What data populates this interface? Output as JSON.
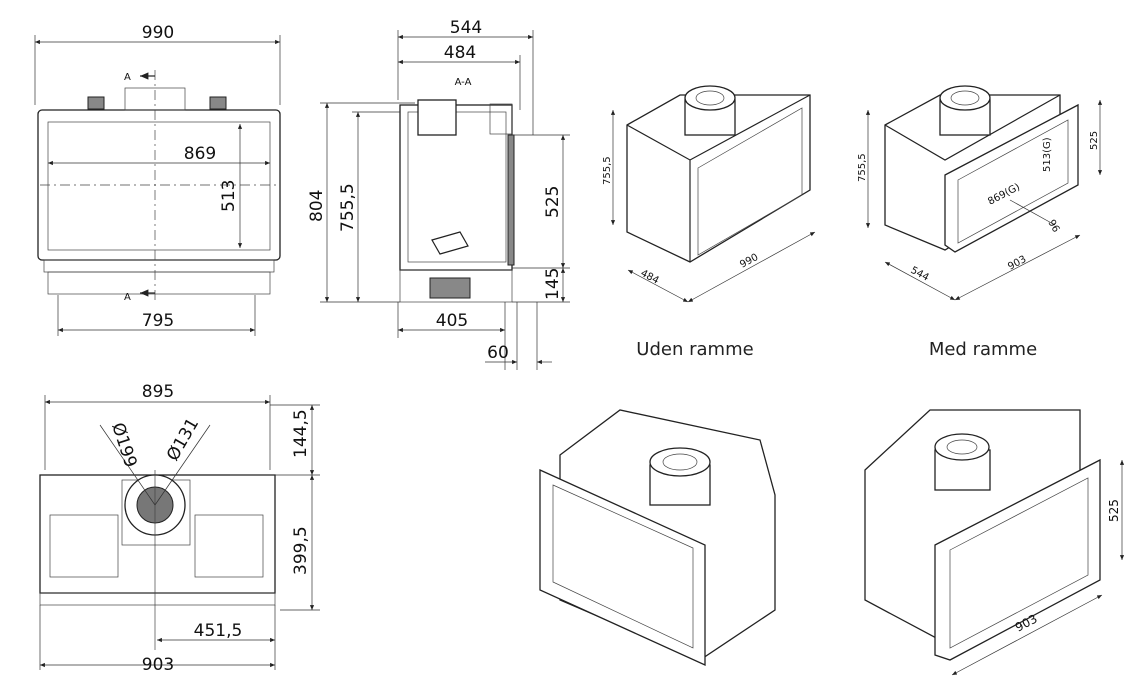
{
  "front_view": {
    "width_total": "990",
    "glass_width": "869",
    "glass_height": "513",
    "base_width": "795",
    "section_top": "A",
    "section_bottom": "A"
  },
  "section_view": {
    "depth_total": "544",
    "depth_inner": "484",
    "section_label": "A-A",
    "height_total": "804",
    "height_body": "755,5",
    "opening_height": "525",
    "leg_height": "145",
    "base_depth": "405",
    "offset": "60"
  },
  "top_view": {
    "width": "895",
    "flue_outer": "Ø199",
    "flue_inner": "Ø131",
    "front_offset": "144,5",
    "depth": "399,5",
    "center_offset": "451,5",
    "front_width": "903"
  },
  "iso_without_frame": {
    "caption": "Uden ramme",
    "height": "755,5",
    "depth": "484",
    "width": "990"
  },
  "iso_with_frame": {
    "caption": "Med ramme",
    "height": "755,5",
    "frame_height": "525",
    "glass_height": "513(G)",
    "glass_width": "869(G)",
    "frame_depth": "96",
    "depth": "544",
    "width": "903"
  },
  "iso_bottom_right": {
    "frame_height": "525",
    "width": "903"
  }
}
